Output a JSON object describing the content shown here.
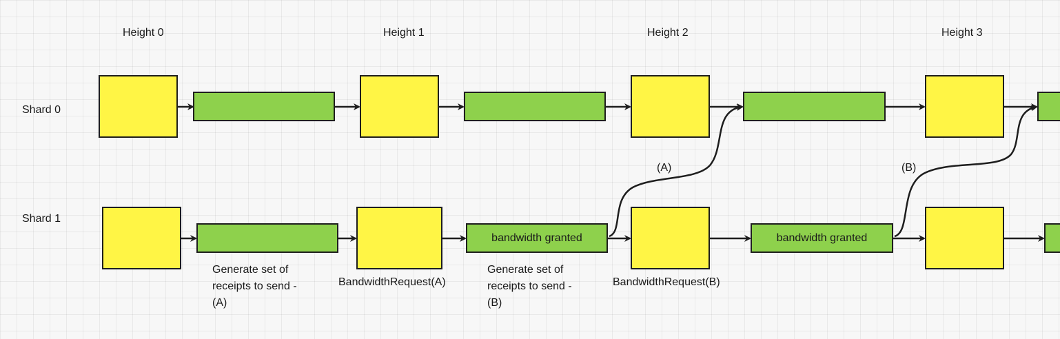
{
  "columns": {
    "height_0": "Height 0",
    "height_1": "Height 1",
    "height_2": "Height 2",
    "height_3": "Height 3"
  },
  "rows": {
    "shard_0": "Shard 0",
    "shard_1": "Shard 1"
  },
  "green_labels": {
    "shard1_h1_to_h2": "bandwidth granted",
    "shard1_h2_to_h3": "bandwidth granted"
  },
  "annotations": {
    "generate_a": "Generate set of\nreceipts to send -\n(A)",
    "generate_b": "Generate set of\nreceipts to send -\n(B)",
    "request_a": "BandwidthRequest(A)",
    "request_b": "BandwidthRequest(B)",
    "cross_a": "(A)",
    "cross_b": "(B)"
  },
  "colors": {
    "block": "#fff545",
    "chunk": "#8ed14c",
    "stroke": "#1e1e1e"
  }
}
